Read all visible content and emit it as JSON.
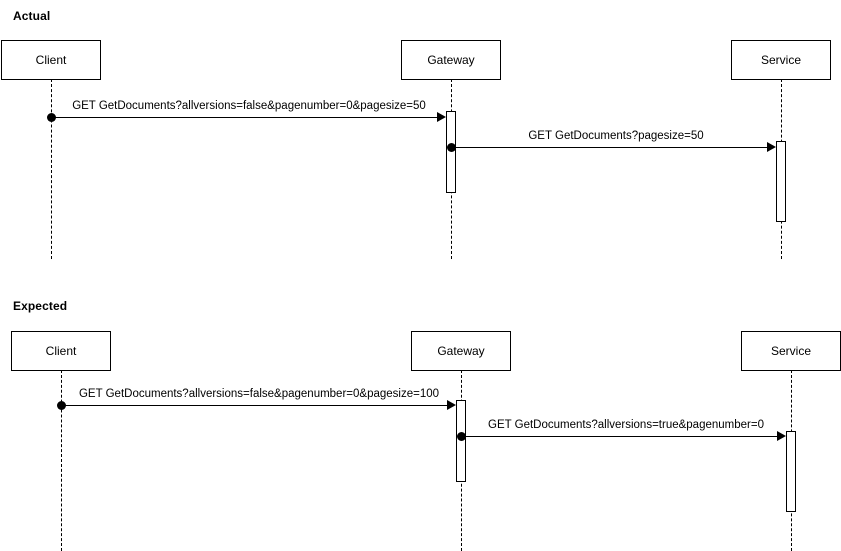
{
  "diagram": {
    "type": "sequence-diagram",
    "sections": [
      {
        "id": "actual",
        "title": "Actual",
        "participants": [
          {
            "id": "client",
            "label": "Client"
          },
          {
            "id": "gateway",
            "label": "Gateway"
          },
          {
            "id": "service",
            "label": "Service"
          }
        ],
        "messages": [
          {
            "id": "actual-msg-1",
            "label": "GET GetDocuments?allversions=false&pagenumber=0&pagesize=50",
            "from": "client",
            "to": "gateway"
          },
          {
            "id": "actual-msg-2",
            "label": "GET GetDocuments?pagesize=50",
            "from": "gateway",
            "to": "service"
          }
        ]
      },
      {
        "id": "expected",
        "title": "Expected",
        "participants": [
          {
            "id": "client",
            "label": "Client"
          },
          {
            "id": "gateway",
            "label": "Gateway"
          },
          {
            "id": "service",
            "label": "Service"
          }
        ],
        "messages": [
          {
            "id": "expected-msg-1",
            "label": "GET GetDocuments?allversions=false&pagenumber=0&pagesize=100",
            "from": "client",
            "to": "gateway"
          },
          {
            "id": "expected-msg-2",
            "label": "GET GetDocuments?allversions=true&pagenumber=0",
            "from": "gateway",
            "to": "service"
          }
        ]
      }
    ],
    "colors": {
      "stroke": "#000000",
      "background": "#ffffff",
      "text": "#000000"
    }
  }
}
